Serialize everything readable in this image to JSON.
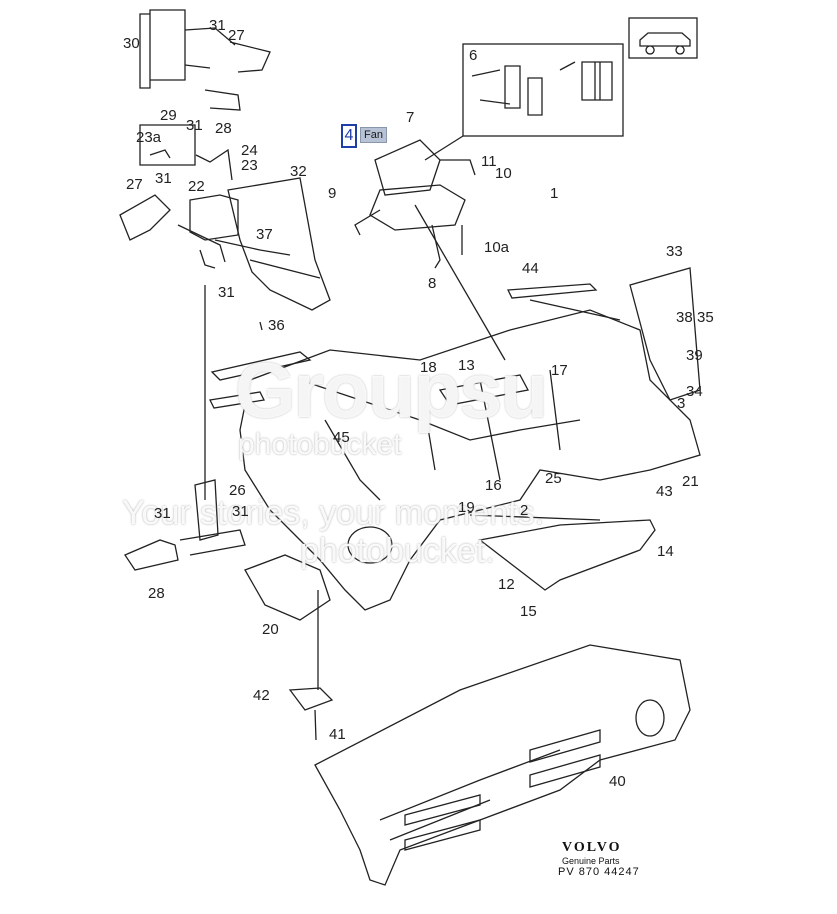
{
  "callouts": {
    "c30": "30",
    "c31a": "31",
    "c27a": "27",
    "c29": "29",
    "c31b": "31",
    "c28a": "28",
    "c23a": "23a",
    "c24": "24",
    "c23": "23",
    "c27b": "27",
    "c31c": "31",
    "c22": "22",
    "c32": "32",
    "c37": "37",
    "c31d": "31",
    "c36": "36",
    "c6": "6",
    "c7": "7",
    "c11": "11",
    "c10": "10",
    "c9": "9",
    "c10a": "10a",
    "c8": "8",
    "c1": "1",
    "c44": "44",
    "c33": "33",
    "c38": "38",
    "c35": "35",
    "c39": "39",
    "c34": "34",
    "c3": "3",
    "c18": "18",
    "c13": "13",
    "c17": "17",
    "c45": "45",
    "c25": "25",
    "c16": "16",
    "c43": "43",
    "c21": "21",
    "c26": "26",
    "c19": "19",
    "c2": "2",
    "c31e": "31",
    "c31f": "31",
    "c14": "14",
    "c12": "12",
    "c15": "15",
    "c28b": "28",
    "c20": "20",
    "c42": "42",
    "c41": "41",
    "c40": "40",
    "c4": "4"
  },
  "fan_label": "Fan",
  "brand": {
    "name": "VOLVO",
    "sub": "Genuine Parts",
    "pv": "PV 870 44247"
  },
  "watermark": {
    "big": "Groupsu",
    "mid": "photobucket",
    "line1": "Your stories, your moments.",
    "line2": "photobucket."
  }
}
